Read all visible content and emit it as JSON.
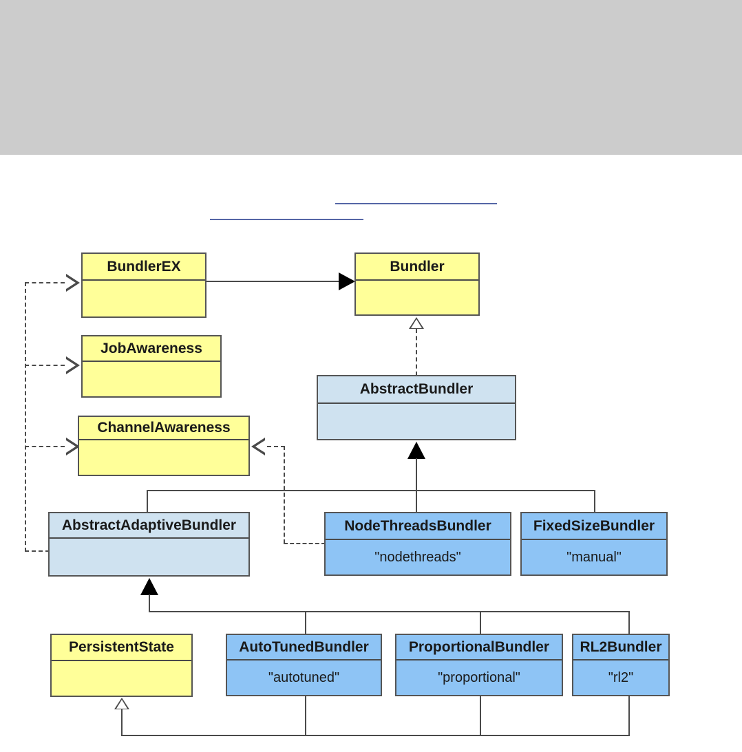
{
  "page": {
    "banner": {
      "name": "top-banner",
      "color": "#cccccc"
    },
    "link_rules": [
      {
        "name": "caption-rule-upper",
        "color": "#5566a6"
      },
      {
        "name": "caption-rule-lower",
        "color": "#5566a6"
      }
    ]
  },
  "palette": {
    "interface_fill": "#ffff99",
    "abstract_fill": "#cfe2f0",
    "concrete_fill": "#8ec4f5",
    "border": "#555555",
    "connector": "#4a4a4a",
    "arrow_fill": "#000000"
  },
  "diagram": {
    "type": "uml-class-diagram",
    "classes": [
      {
        "id": "bundlerex",
        "name": "BundlerEX",
        "stereotype": "interface",
        "attribute": ""
      },
      {
        "id": "bundler",
        "name": "Bundler",
        "stereotype": "interface",
        "attribute": ""
      },
      {
        "id": "jobawareness",
        "name": "JobAwareness",
        "stereotype": "interface",
        "attribute": ""
      },
      {
        "id": "channelawareness",
        "name": "ChannelAwareness",
        "stereotype": "interface",
        "attribute": ""
      },
      {
        "id": "abstractbundler",
        "name": "AbstractBundler",
        "stereotype": "abstract",
        "attribute": ""
      },
      {
        "id": "abstractadaptive",
        "name": "AbstractAdaptiveBundler",
        "stereotype": "abstract",
        "attribute": ""
      },
      {
        "id": "nodethreads",
        "name": "NodeThreadsBundler",
        "stereotype": "concrete",
        "attribute": "\"nodethreads\""
      },
      {
        "id": "fixedsize",
        "name": "FixedSizeBundler",
        "stereotype": "concrete",
        "attribute": "\"manual\""
      },
      {
        "id": "persistentstate",
        "name": "PersistentState",
        "stereotype": "interface",
        "attribute": ""
      },
      {
        "id": "autotuned",
        "name": "AutoTunedBundler",
        "stereotype": "concrete",
        "attribute": "\"autotuned\""
      },
      {
        "id": "proportional",
        "name": "ProportionalBundler",
        "stereotype": "concrete",
        "attribute": "\"proportional\""
      },
      {
        "id": "rl2",
        "name": "RL2Bundler",
        "stereotype": "concrete",
        "attribute": "\"rl2\""
      }
    ],
    "relationships": [
      {
        "kind": "dependency",
        "from": "bundlerex",
        "to": "bundler",
        "line": "solid",
        "head": "filled-arrow"
      },
      {
        "kind": "realization",
        "from": "abstractbundler",
        "to": "bundler",
        "line": "dashed",
        "head": "hollow-triangle"
      },
      {
        "kind": "realization",
        "from": "abstractadaptive",
        "to": "bundlerex",
        "line": "dashed",
        "head": "hollow-triangle"
      },
      {
        "kind": "realization",
        "from": "abstractadaptive",
        "to": "jobawareness",
        "line": "dashed",
        "head": "hollow-triangle"
      },
      {
        "kind": "realization",
        "from": "abstractadaptive",
        "to": "channelawareness",
        "line": "dashed",
        "head": "hollow-triangle"
      },
      {
        "kind": "realization",
        "from": "nodethreads",
        "to": "channelawareness",
        "line": "dashed",
        "head": "hollow-triangle"
      },
      {
        "kind": "generalization",
        "from": "abstractadaptive",
        "to": "abstractbundler",
        "line": "solid",
        "head": "filled-arrow"
      },
      {
        "kind": "generalization",
        "from": "nodethreads",
        "to": "abstractbundler",
        "line": "solid",
        "head": "filled-arrow"
      },
      {
        "kind": "generalization",
        "from": "fixedsize",
        "to": "abstractbundler",
        "line": "solid",
        "head": "filled-arrow"
      },
      {
        "kind": "generalization",
        "from": "autotuned",
        "to": "abstractadaptive",
        "line": "solid",
        "head": "filled-arrow"
      },
      {
        "kind": "generalization",
        "from": "proportional",
        "to": "abstractadaptive",
        "line": "solid",
        "head": "filled-arrow"
      },
      {
        "kind": "generalization",
        "from": "rl2",
        "to": "abstractadaptive",
        "line": "solid",
        "head": "filled-arrow"
      },
      {
        "kind": "realization",
        "from": "autotuned",
        "to": "persistentstate",
        "line": "solid",
        "head": "hollow-triangle"
      },
      {
        "kind": "realization",
        "from": "proportional",
        "to": "persistentstate",
        "line": "solid",
        "head": "hollow-triangle"
      },
      {
        "kind": "realization",
        "from": "rl2",
        "to": "persistentstate",
        "line": "solid",
        "head": "hollow-triangle"
      }
    ]
  }
}
